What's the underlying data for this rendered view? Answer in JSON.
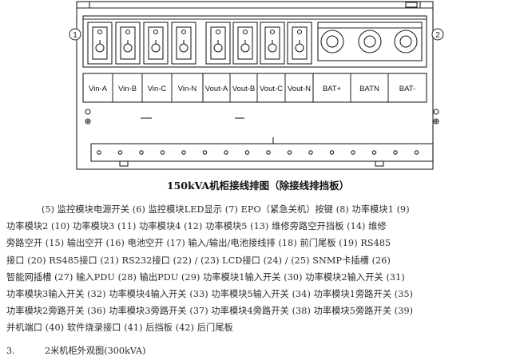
{
  "diagram": {
    "terminals": [
      "Vin-A",
      "Vin-B",
      "Vin-C",
      "Vin-N",
      "Vout-A",
      "Vout-B",
      "Vout-C",
      "Vout-N",
      "BAT+",
      "BATN",
      "BAT-"
    ],
    "callouts": {
      "left": "1",
      "right": "2"
    }
  },
  "caption": "150kVA机柜接线排图（除接线排挡板）",
  "paragraph": {
    "lines": [
      "(5) 监控模块电源开关 (6) 监控模块LED显示 (7) EPO（紧急关机）按键 (8) 功率模块1 (9)",
      "功率模块2 (10) 功率模块3 (11) 功率模块4 (12) 功率模块5 (13) 维修旁路空开挡板 (14) 维修",
      "旁路空开 (15) 输出空开 (16) 电池空开 (17) 输入/输出/电池接线排 (18) 前门尾板 (19) RS485",
      "接口 (20) RS485接口 (21) RS232接口 (22) / (23) LCD接口 (24) / (25) SNMP卡插槽 (26)",
      "智能网插槽 (27) 输入PDU (28) 输出PDU (29) 功率模块1输入开关 (30) 功率模块2输入开关 (31)",
      "功率模块3输入开关 (32) 功率模块4输入开关 (33) 功率模块5输入开关 (34) 功率模块1旁路开关 (35)",
      "功率模块2旁路开关 (36) 功率模块3旁路开关 (37) 功率模块4旁路开关 (38) 功率模块5旁路开关 (39)",
      "并机端口 (40) 软件烧录接口 (41) 后挡板 (42) 后门尾板"
    ]
  },
  "section": {
    "number": "3.",
    "title": "2米机柜外观图(300kVA)"
  }
}
